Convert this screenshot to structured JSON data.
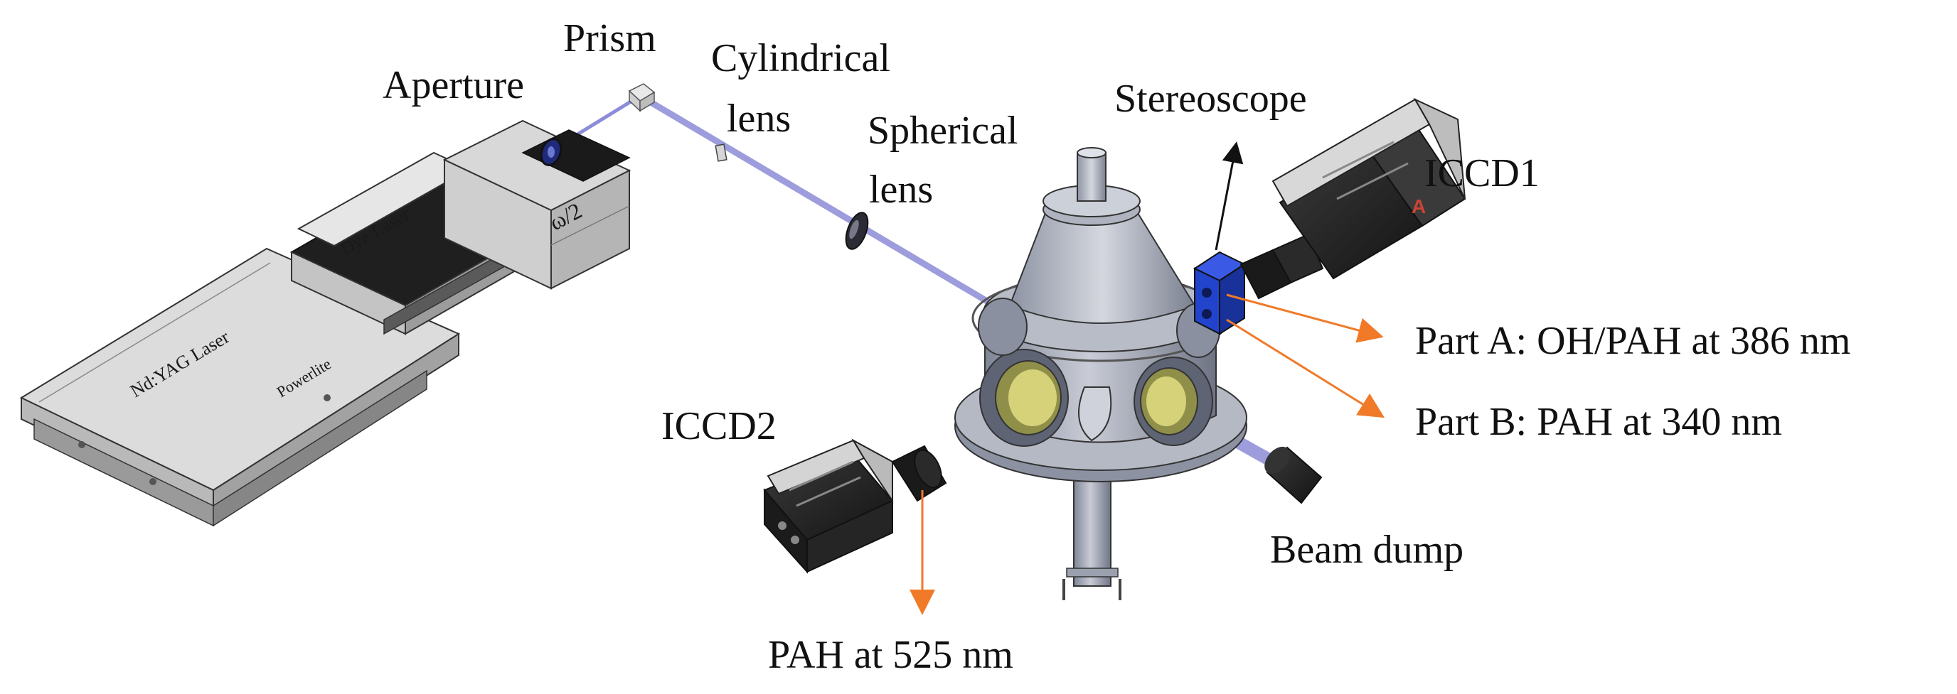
{
  "labels": {
    "prism": "Prism",
    "aperture": "Aperture",
    "cylindrical_1": "Cylindrical",
    "cylindrical_2": "lens",
    "spherical_1": "Spherical",
    "spherical_2": "lens",
    "stereoscope": "Stereoscope",
    "iccd1": "ICCD1",
    "iccd2": "ICCD2",
    "part_a": "Part A: OH/PAH at 386 nm",
    "part_b": "Part B: PAH at 340 nm",
    "beam_dump": "Beam dump",
    "pah_525": "PAH at 525 nm"
  },
  "equipment": {
    "ndyag": "Nd:YAG Laser",
    "powerlite": "Powerlite",
    "dye": "Dye Laser",
    "omega": "ω/2"
  },
  "colors": {
    "beam": "#8c8cd8",
    "arrow_orange": "#f07a28",
    "stereoscope_blue": "#2244cc"
  }
}
